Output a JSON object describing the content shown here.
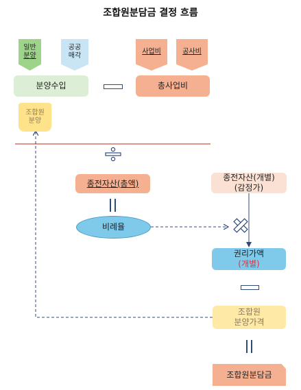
{
  "title": "조합원분담금 결정 흐름",
  "nodes": {
    "general_sale_l1": "일반",
    "general_sale_l2": "분양",
    "public_sale_l1": "공공",
    "public_sale_l2": "매각",
    "project_cost": "사업비",
    "construction_cost": "공사비",
    "sale_revenue": "분양수입",
    "total_project_cost": "총사업비",
    "member_sale_l1": "조합원",
    "member_sale_l2": "분양",
    "prior_assets_total": "종전자산(총액)",
    "prior_assets_indiv_l1": "종전자산(개별)",
    "prior_assets_indiv_l2": "(감정가)",
    "ratio": "비례율",
    "rights_value_l1": "권리가액",
    "rights_value_l2": "(개별)",
    "member_price_l1": "조합원",
    "member_price_l2": "분양가격",
    "member_contribution": "조합원분담금"
  },
  "colors": {
    "green": "#9ed48a",
    "light_blue": "#c9e5f5",
    "salmon": "#f4b090",
    "light_green_box": "#dcefd6",
    "yellow": "#ffe38a",
    "sky_blue": "#7fc9ea",
    "peach": "#fbe1d4",
    "pale_yellow": "#ffe9a6",
    "navy": "#2f4a7a",
    "red_line": "#cc5544"
  }
}
